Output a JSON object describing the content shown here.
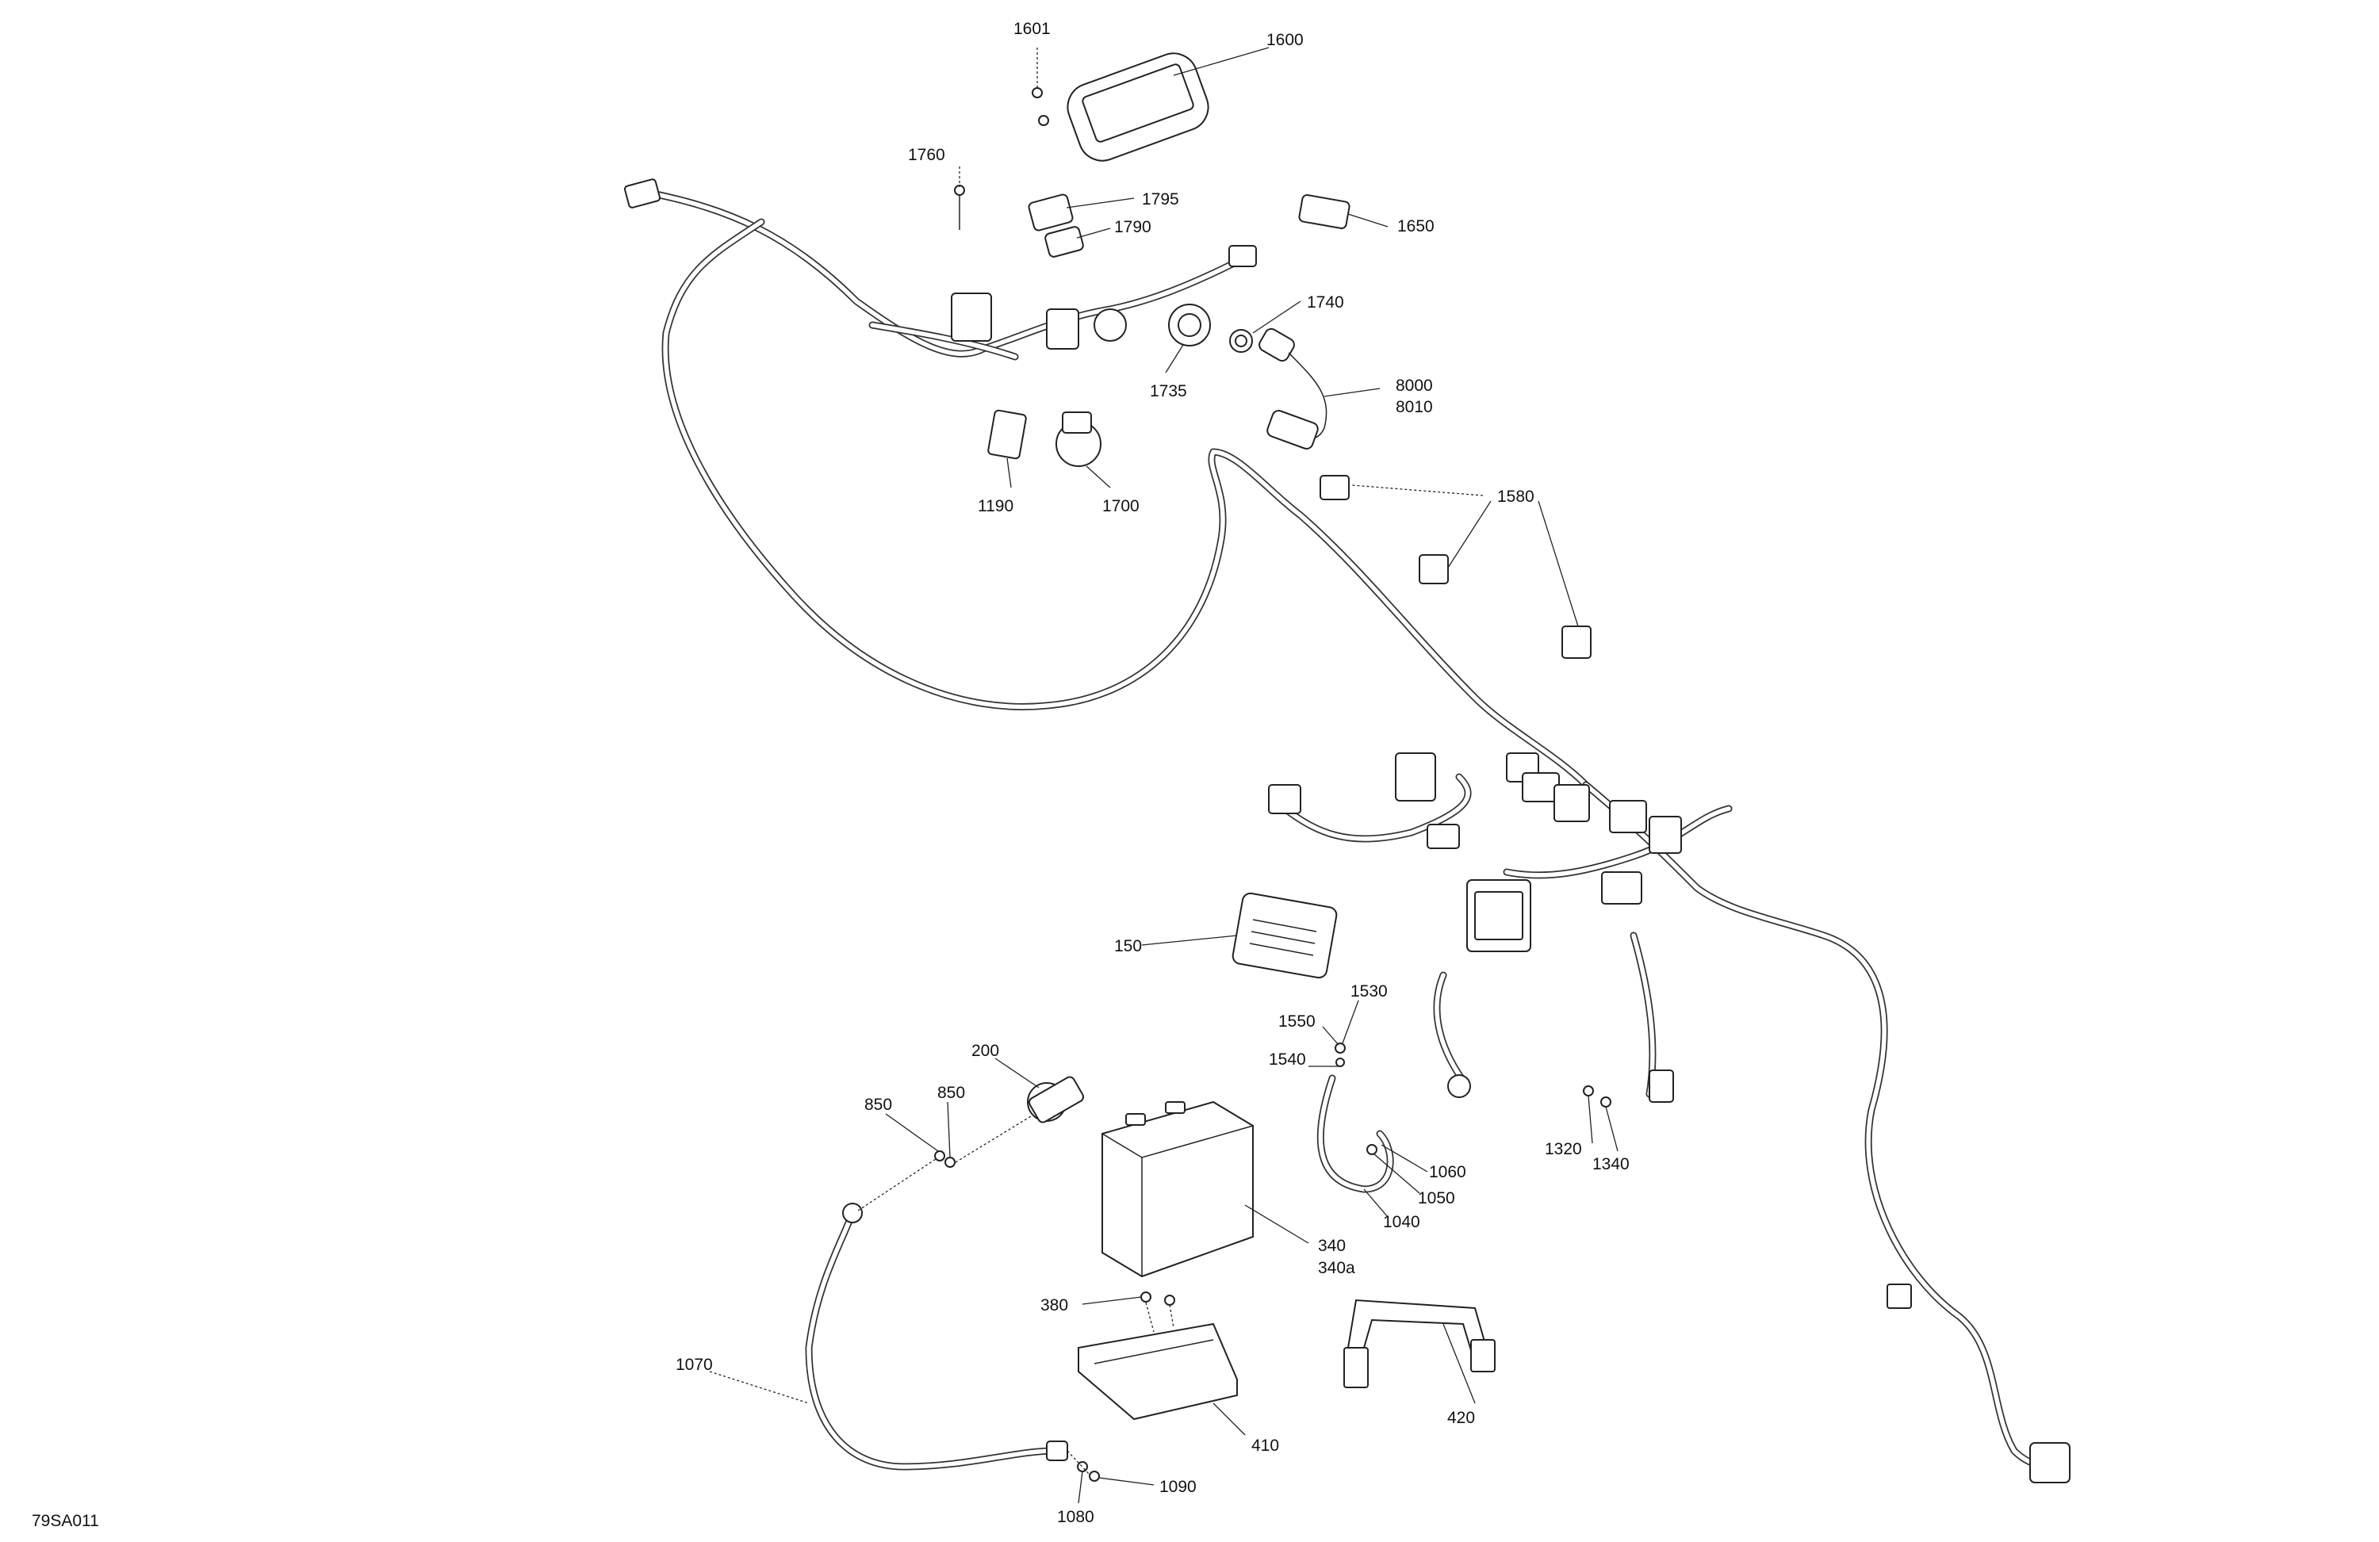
{
  "diagram": {
    "code": "79SA011",
    "callouts": [
      {
        "id": "1601",
        "text": "1601"
      },
      {
        "id": "1600",
        "text": "1600"
      },
      {
        "id": "1760",
        "text": "1760"
      },
      {
        "id": "1795",
        "text": "1795"
      },
      {
        "id": "1790",
        "text": "1790"
      },
      {
        "id": "1650",
        "text": "1650"
      },
      {
        "id": "1740",
        "text": "1740"
      },
      {
        "id": "1735",
        "text": "1735"
      },
      {
        "id": "8000",
        "text": "8000"
      },
      {
        "id": "8010",
        "text": "8010"
      },
      {
        "id": "1190",
        "text": "1190"
      },
      {
        "id": "1700",
        "text": "1700"
      },
      {
        "id": "1580",
        "text": "1580"
      },
      {
        "id": "150",
        "text": "150"
      },
      {
        "id": "1530",
        "text": "1530"
      },
      {
        "id": "1550",
        "text": "1550"
      },
      {
        "id": "1540",
        "text": "1540"
      },
      {
        "id": "200",
        "text": "200"
      },
      {
        "id": "850a",
        "text": "850"
      },
      {
        "id": "850b",
        "text": "850"
      },
      {
        "id": "1060",
        "text": "1060"
      },
      {
        "id": "1050",
        "text": "1050"
      },
      {
        "id": "1040",
        "text": "1040"
      },
      {
        "id": "1320",
        "text": "1320"
      },
      {
        "id": "1340",
        "text": "1340"
      },
      {
        "id": "340",
        "text": "340"
      },
      {
        "id": "340a",
        "text": "340a"
      },
      {
        "id": "380",
        "text": "380"
      },
      {
        "id": "1070",
        "text": "1070"
      },
      {
        "id": "410",
        "text": "410"
      },
      {
        "id": "420",
        "text": "420"
      },
      {
        "id": "1090",
        "text": "1090"
      },
      {
        "id": "1080",
        "text": "1080"
      }
    ]
  }
}
